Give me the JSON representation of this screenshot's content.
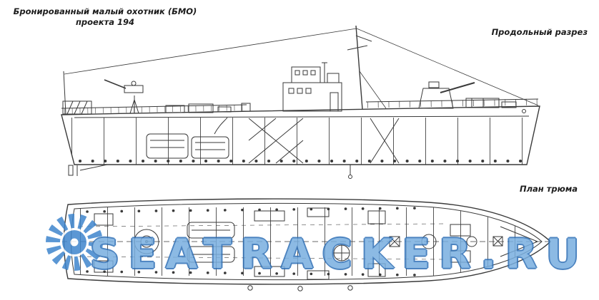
{
  "title": {
    "line1": "Бронированный малый охотник (БМО)",
    "line2": "проекта 194"
  },
  "labels": {
    "longitudinal_section": "Продольный разрез",
    "hold_plan": "План трюма"
  },
  "watermark": {
    "text": "SEATRACKER.RU",
    "color": "#3f86cd"
  },
  "drawing": {
    "line_color": "#3a3a3a",
    "background": "#ffffff"
  }
}
